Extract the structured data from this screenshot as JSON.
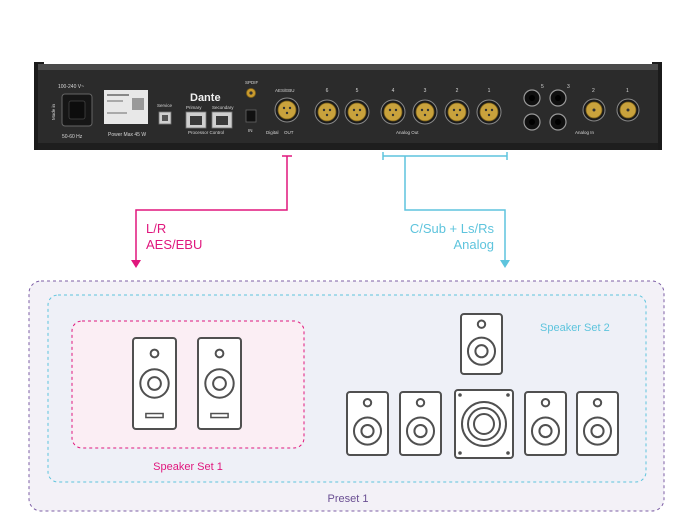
{
  "device": {
    "power_text": "100-240 V~",
    "freq_text": "50-60 Hz",
    "made_text": "Made in",
    "power_max_text": "Power Max 45 W",
    "brand_logo_text": "Dante",
    "primary_label": "Primary",
    "secondary_label": "Secondary",
    "service_label": "Service",
    "processor_control_label": "Processor Control",
    "spdif_label": "SPDIF",
    "aes_ebu_label": "AES/EBU",
    "digital_label": "Digital",
    "digital_in_label": "IN",
    "digital_out_label": "OUT",
    "analog_out_label": "Analog Out",
    "analog_in_label": "Analog In",
    "analog_out_channels": [
      "6",
      "5",
      "4",
      "3",
      "2",
      "1"
    ],
    "analog_in_channels": [
      "5",
      "3",
      "2",
      "1"
    ]
  },
  "connections": {
    "left": {
      "line1": "L/R",
      "line2": "AES/EBU",
      "color": "#e0177d"
    },
    "right": {
      "line1": "C/Sub + Ls/Rs",
      "line2": "Analog",
      "color": "#5ec4dd"
    }
  },
  "groups": {
    "preset": {
      "label": "Preset 1",
      "border_color": "#7d5fa6",
      "fill": "#f3f1f7"
    },
    "speaker_set_1": {
      "label": "Speaker Set 1",
      "color": "#e0177d",
      "fill": "#fbeef4"
    },
    "speaker_set_2": {
      "label": "Speaker Set 2",
      "color": "#5ec4dd",
      "fill": "#eff1f7"
    }
  },
  "colors": {
    "speaker_stroke": "#505050",
    "device_body": "#2a2a2a"
  }
}
